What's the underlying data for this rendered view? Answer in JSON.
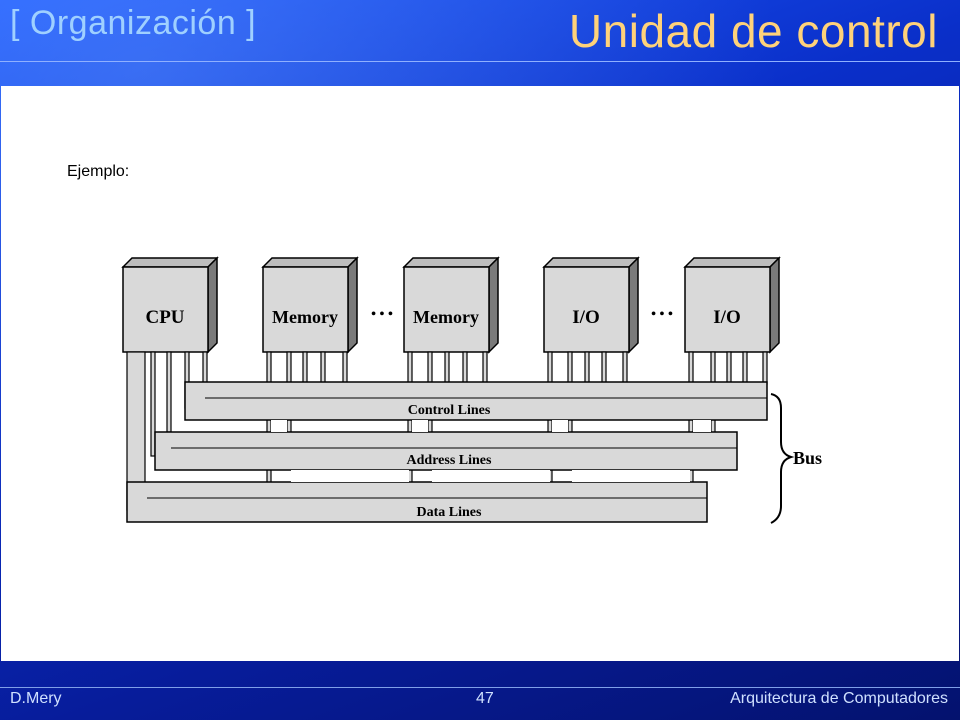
{
  "header": {
    "section": "[ Organización ]",
    "title": "Unidad de control"
  },
  "content": {
    "example_label": "Ejemplo:",
    "diagram": {
      "modules": [
        "CPU",
        "Memory",
        "Memory",
        "I/O",
        "I/O"
      ],
      "ellipsis": "• • •",
      "lines": [
        "Control Lines",
        "Address Lines",
        "Data Lines"
      ],
      "bus_label": "Bus"
    }
  },
  "footer": {
    "author": "D.Mery",
    "page": "47",
    "course": "Arquitectura de Computadores"
  }
}
